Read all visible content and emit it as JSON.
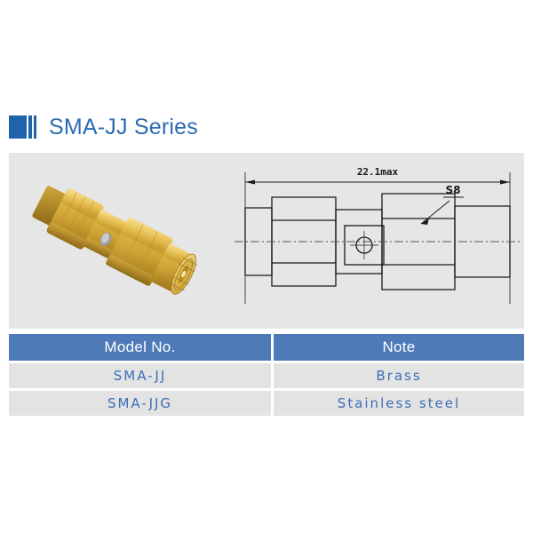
{
  "header": {
    "title": "SMA-JJ Series",
    "logo_icon": "logo-bars-icon",
    "accent_color": "#1f63ab",
    "title_color": "#2b6cb5"
  },
  "panel": {
    "background_color": "#e6e6e6",
    "product_photo": {
      "icon": "sma-adapter-photo",
      "alt": "SMA-JJ coaxial adapter",
      "body_color": "#e3b73f",
      "highlight_color": "#f2d87a"
    },
    "drawing": {
      "icon": "technical-drawing",
      "dimension_label": "22.1max",
      "callout_label": "S8",
      "line_color": "#1a1a1a"
    }
  },
  "table": {
    "header": {
      "model": "Model No.",
      "note": "Note"
    },
    "header_background": "#4f7ab8",
    "row_background": "#e3e3e3",
    "row_text_color": "#3b6fb5",
    "rows": [
      {
        "model": "SMA-JJ",
        "note": "Brass"
      },
      {
        "model": "SMA-JJG",
        "note": "Stainless steel"
      }
    ]
  }
}
